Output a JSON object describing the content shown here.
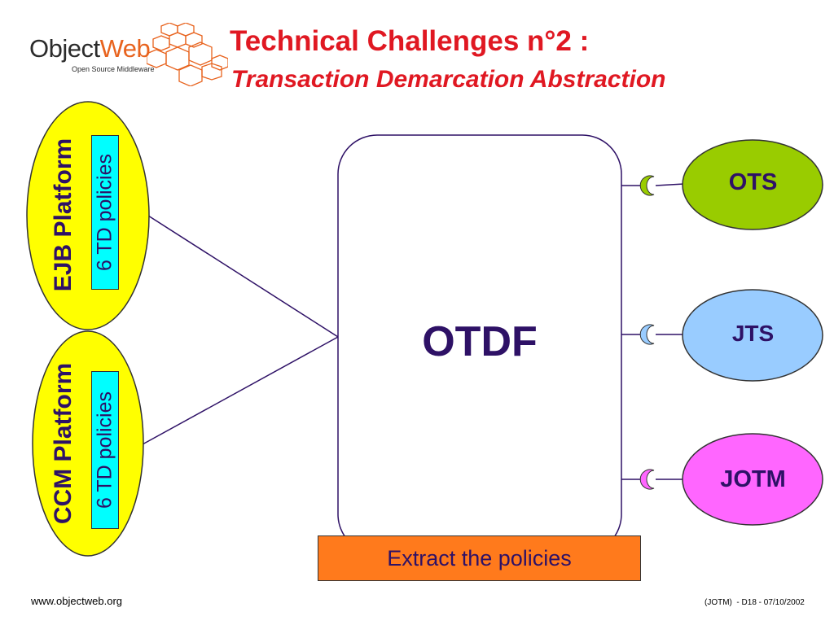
{
  "logo": {
    "word_object": "Object",
    "word_web": "Web",
    "tagline": "Open Source Middleware"
  },
  "title": {
    "main": "Technical Challenges n°2 :",
    "sub": "Transaction Demarcation Abstraction"
  },
  "platforms": [
    {
      "name": "EJB Platform",
      "policies": "6 TD policies"
    },
    {
      "name": "CCM Platform",
      "policies": "6 TD policies"
    }
  ],
  "core": {
    "name": "OTDF",
    "extract_label": "Extract the policies"
  },
  "services": [
    {
      "name": "OTS",
      "color": "#99cc00"
    },
    {
      "name": "JTS",
      "color": "#99ccff"
    },
    {
      "name": "JOTM",
      "color": "#ff66ff"
    }
  ],
  "colors": {
    "title": "#e01822",
    "platform_fill": "#ffff00",
    "policy_fill": "#00ffff",
    "extract_fill": "#ff7a1c",
    "text_dark": "#2e1166",
    "line": "#2e1166"
  },
  "footer": {
    "url": "www.objectweb.org",
    "ref": "(JOTM)  - D18 - 07/10/2002"
  }
}
